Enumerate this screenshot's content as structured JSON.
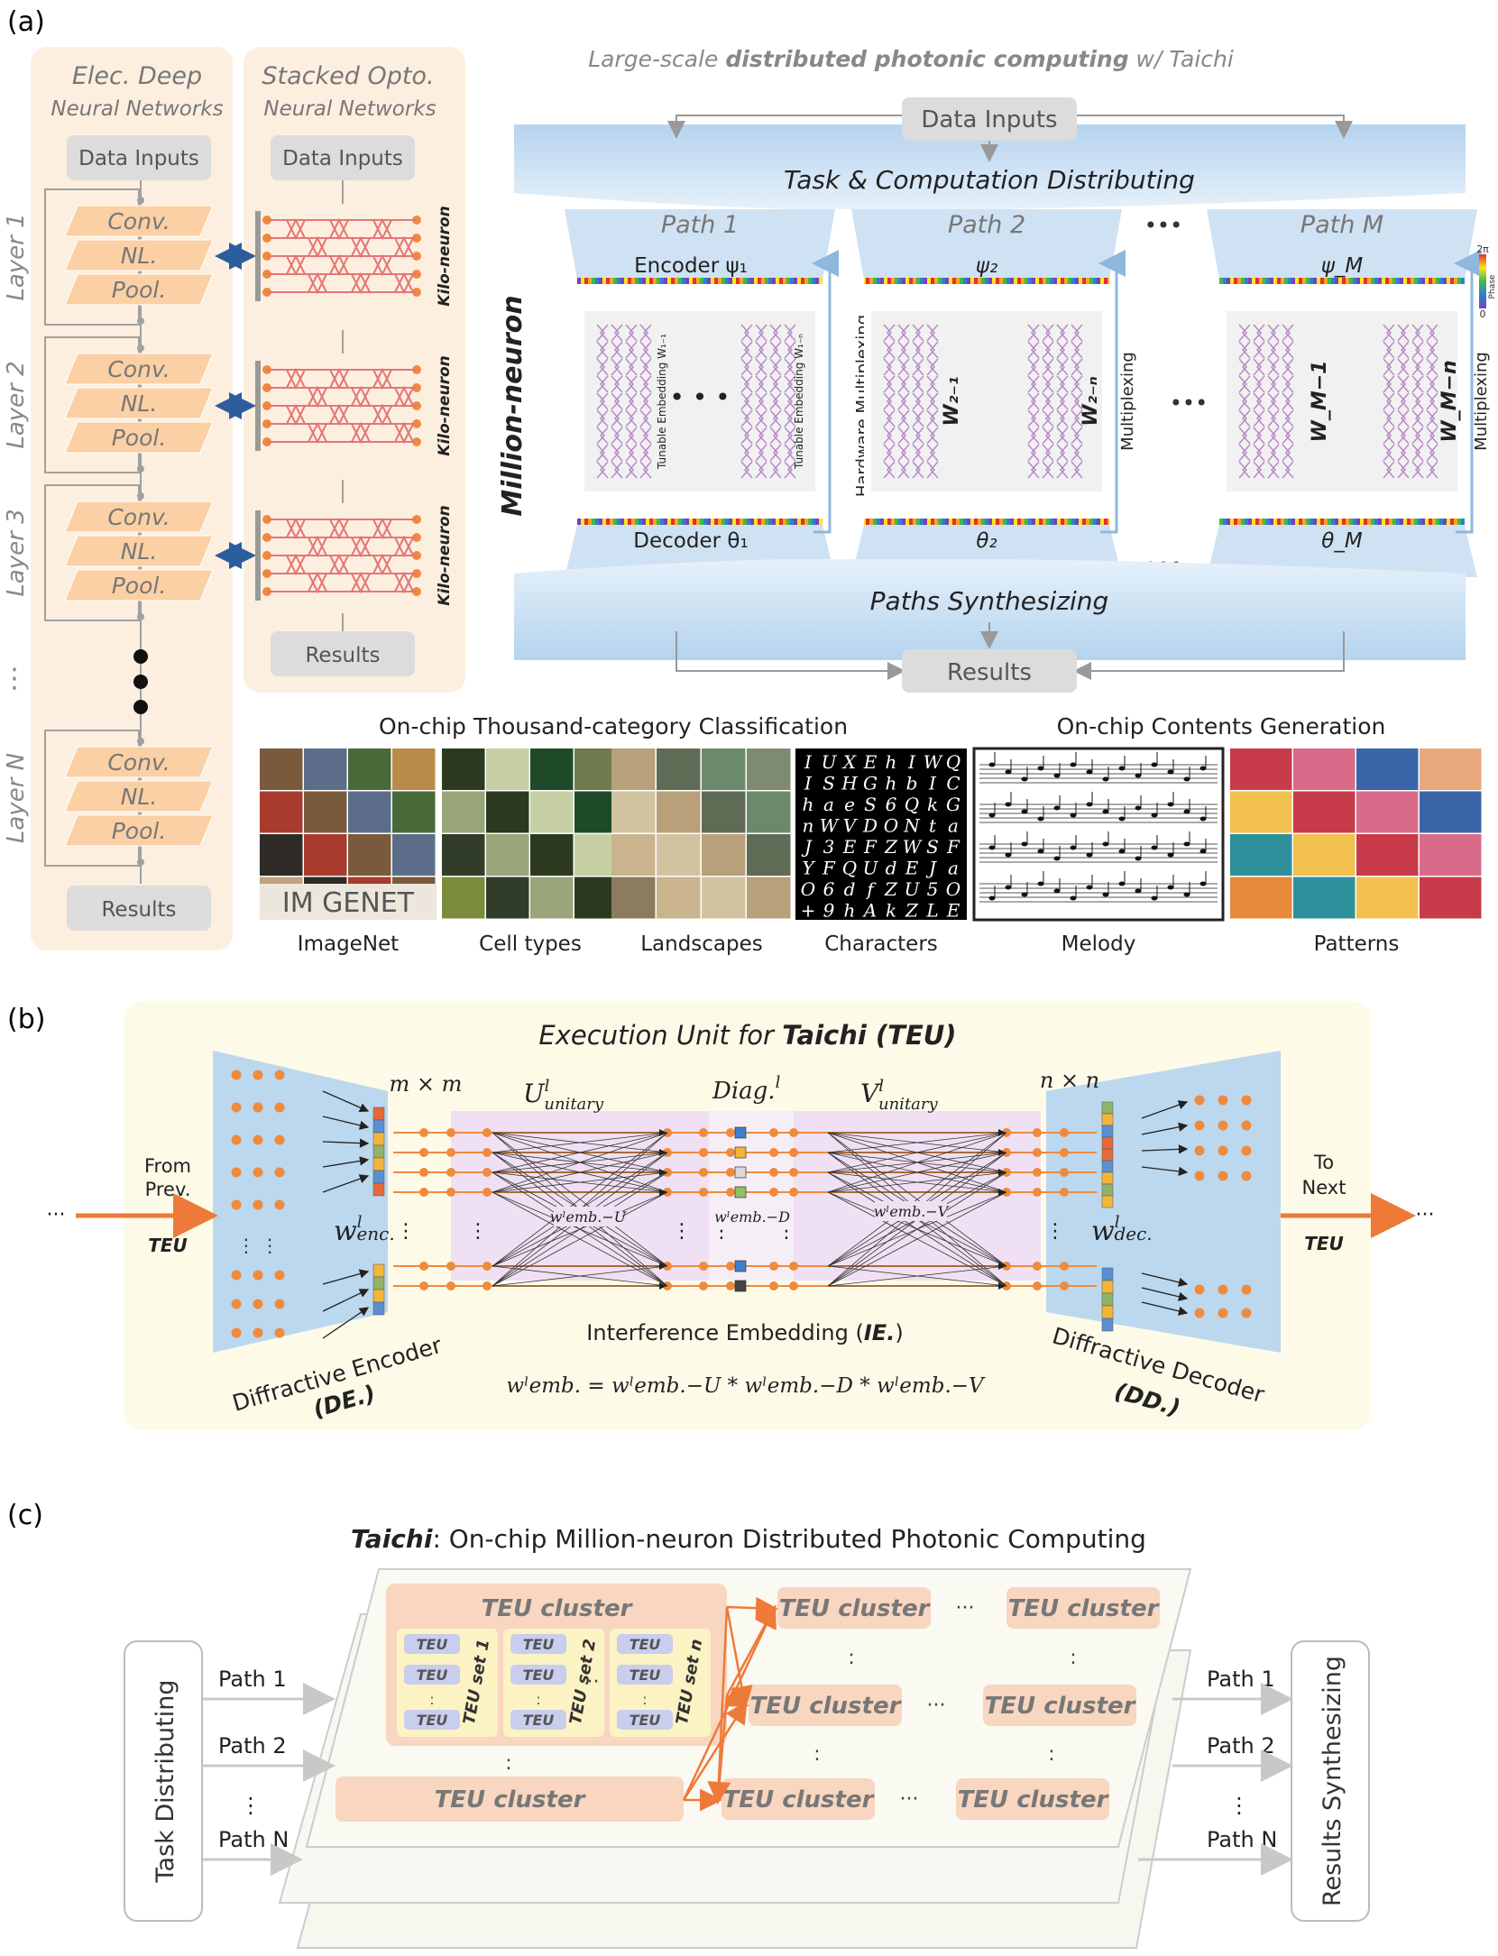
{
  "panel_a": {
    "label": "(a)",
    "elec_title_1": "Elec. Deep",
    "elec_title_2": "Neural Networks",
    "opto_title_1": "Stacked Opto.",
    "opto_title_2": "Neural Networks",
    "data_inputs": "Data Inputs",
    "results": "Results",
    "conv": "Conv.",
    "nl": "NL.",
    "pool": "Pool.",
    "layers": [
      "Layer 1",
      "Layer 2",
      "Layer 3",
      "Layer N"
    ],
    "kilo_neuron": "Kilo-neuron",
    "dots": "⋮",
    "system_title_1": "Large-scale ",
    "system_title_2": "distributed photonic computing",
    "system_title_3": " w/ Taichi",
    "data_inputs_main": "Data Inputs",
    "task_distributing": "Task & Computation Distributing",
    "paths": [
      "Path 1",
      "Path 2",
      "Path M"
    ],
    "ellipsis_h": "•••",
    "encoder": "Encoder",
    "decoder": "Decoder",
    "psi": [
      "ψ₁",
      "ψ₂",
      "ψ_M"
    ],
    "theta": [
      "θ₁",
      "θ₂",
      "θ_M"
    ],
    "million_neuron": "Million-neuron",
    "hardware_multiplexing": "Hardware Multiplexing",
    "multiplexing": "Multiplexing",
    "tunable_embedding_1": "Tunable Embedding W₁₋₁",
    "tunable_embedding_n": "Tunable Embedding W₁₋ₙ",
    "w2_1": "W₂₋₁",
    "w2_n": "W₂₋ₙ",
    "wm_1": "W_M−1",
    "wm_n": "W_M−n",
    "phase_top": "2π",
    "phase_mid": "Phase",
    "phase_bottom": "0",
    "paths_synthesizing": "Paths Synthesizing",
    "results_main": "Results",
    "classification_title": "On-chip Thousand-category Classification",
    "generation_title": "On-chip Contents Generation",
    "thumbnails": [
      "ImageNet",
      "Cell types",
      "Landscapes",
      "Characters",
      "Melody",
      "Patterns"
    ],
    "imagenet_logo": "IM GENET"
  },
  "panel_b": {
    "label": "(b)",
    "title_1": "Execution Unit for ",
    "title_2": "Taichi (TEU)",
    "m_x_m": "m × m",
    "n_x_n": "n × n",
    "u_unitary": "U",
    "u_sub": "unitary",
    "diag": "Diag.",
    "v_unitary": "V",
    "v_sub": "unitary",
    "sup_l": "l",
    "w_enc": "w",
    "w_enc_sub": "enc.",
    "w_dec": "w",
    "w_dec_sub": "dec.",
    "w_emb_u": "wˡemb.−U",
    "w_emb_d": "wˡemb.−D",
    "w_emb_v": "wˡemb.−V",
    "from_prev_1": "From",
    "from_prev_2": "Prev.",
    "teu": "TEU",
    "to_next_1": "To",
    "to_next_2": "Next",
    "ellipsis": "···",
    "interference_1": "Interference Embedding (",
    "interference_2": "IE.",
    "interference_3": ")",
    "diffractive_encoder": "Diffractive Encoder",
    "de": "(DE.)",
    "diffractive_decoder": "Diffractive Decoder",
    "dd": "(DD.)",
    "equation": "wˡemb. = wˡemb.−U * wˡemb.−D * wˡemb.−V"
  },
  "panel_c": {
    "label": "(c)",
    "title_1": "Taichi",
    "title_2": ": On-chip Million-neuron Distributed Photonic Computing",
    "task_distributing": "Task Distributing",
    "results_synthesizing": "Results Synthesizing",
    "paths_left": [
      "Path 1",
      "Path 2",
      "Path N"
    ],
    "paths_right": [
      "Path 1",
      "Path 2",
      "Path N"
    ],
    "teu_cluster": "TEU cluster",
    "teu": "TEU",
    "teu_sets": [
      "TEU set 1",
      "TEU set 2",
      "TEU set n"
    ],
    "dots_h": "···",
    "dots_v": "⋮",
    "dots_mid": "...",
    "dots_v2": ":"
  },
  "colors": {
    "cream": "#fdefdf",
    "orange": "#f08a3c",
    "lightorange": "#fbd6ab",
    "blue": "#bcd8ef",
    "lightblue": "#dceaf6",
    "purple": "#efe0f3",
    "yellowbg": "#fdfbe8",
    "grey": "#dcdcdc",
    "arrowblue": "#2c5e9e",
    "clusterpink": "#f8d8c8",
    "teuviolet": "#c9cdee"
  }
}
